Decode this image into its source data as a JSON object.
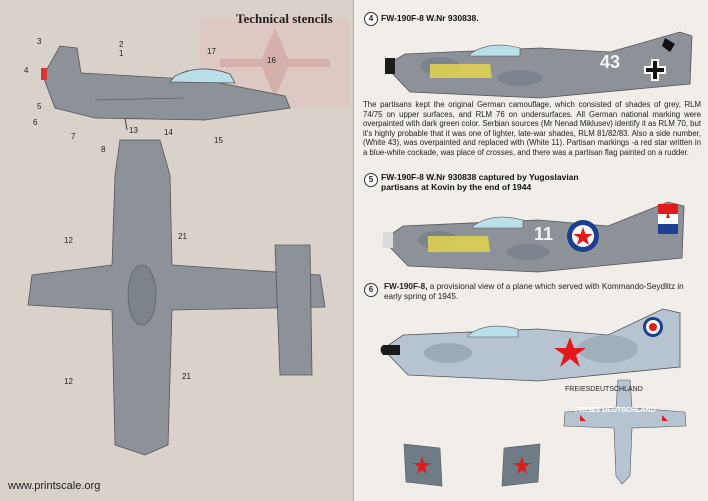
{
  "left": {
    "title": "Technical stencils",
    "footer": "www.printscale.org",
    "callouts": [
      "1",
      "2",
      "3",
      "4",
      "5",
      "6",
      "7",
      "8",
      "13",
      "14",
      "15",
      "16",
      "17",
      "12",
      "21",
      "12",
      "21"
    ]
  },
  "right": {
    "profile4": {
      "number": "4",
      "title": "FW-190F-8 W.Nr 930838.",
      "side_number": "43"
    },
    "paragraph": "The partisans kept the original German camouflage, which consisted of shades of grey, RLM 74/75 on upper surfaces, and RLM 76 on undersurfaces. All German national marking were overpainted with dark green color. Serbian sources (Mr Nenad Miklusev) identify it as RLM 70, but it's highly probable that it was one of lighter, late-war shades, RLM 81/82/83. Also a side number, (White 43), was overpainted and replaced with (White 11). Partisan markings -a red star written in a blue-white cockade, was place of crosses, and there was a partisan flag painted on a rudder.",
    "profile5": {
      "number": "5",
      "title_line1": "FW-190F-8 W.Nr 930838 captured by Yugoslavian",
      "title_line2": "partisans at Kovin by the end of 1944",
      "side_number": "11"
    },
    "profile6": {
      "number": "6",
      "title_bold": "FW-190F-8,",
      "title_rest": " a provisional view of a plane which served with Kommando-Seydlitz in early spring of 1945."
    },
    "wing_text_top": "FREIESDEUTSCHLAND",
    "wing_text_bottom": "FREIES DEUTSCHLAND"
  },
  "colors": {
    "german_grey": "#8d9298",
    "light_blue": "#b6c4d2",
    "mottle": "#6f7c86",
    "red_star": "#e01b1b",
    "cockade_blue": "#1c3f8f",
    "yellow": "#e9d94a",
    "flag_blue": "#1f3f94"
  }
}
